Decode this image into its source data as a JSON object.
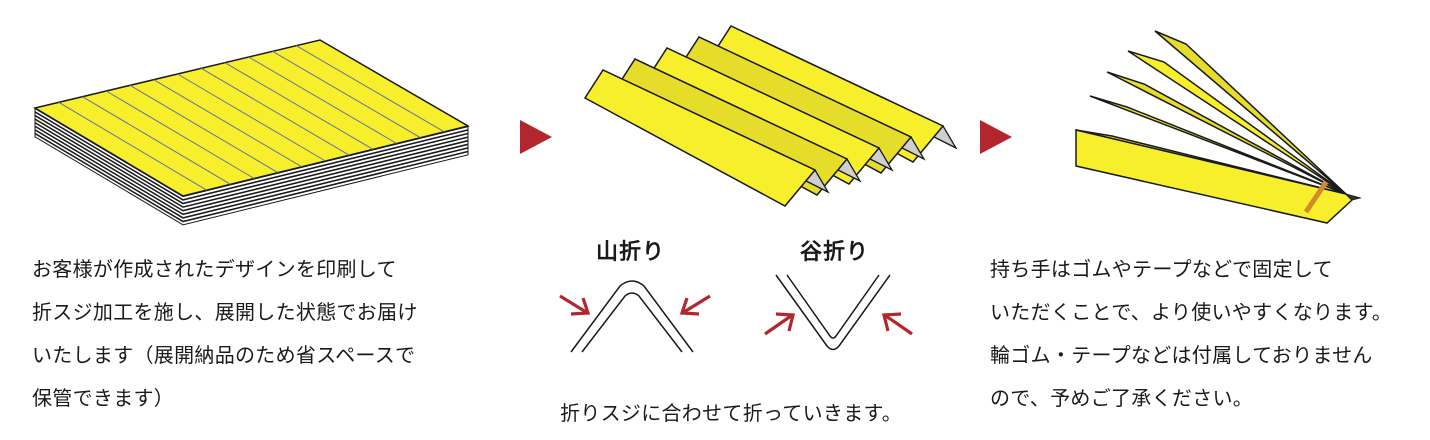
{
  "colors": {
    "sheet_yellow": "#f7ee2c",
    "sheet_yellow_shade": "#e6dc2a",
    "fold_shadow": "#cfcfcf",
    "outline": "#1a1a1a",
    "crease_line": "#6a6fa0",
    "arrow_red": "#b3262e",
    "band_orange": "#d28a2a"
  },
  "step1": {
    "caption_lines": [
      "お客様が作成されたデザインを印刷して",
      "折スジ加工を施し、展開した状態でお届け",
      "いたします（展開納品のため省スペースで",
      "保管できます）"
    ]
  },
  "step2": {
    "mountain_fold_label": "山折り",
    "valley_fold_label": "谷折り",
    "caption": "折りスジに合わせて折っていきます。"
  },
  "step3": {
    "caption_lines": [
      "持ち手はゴムやテープなどで固定して",
      "いただくことで、より使いやすくなります。",
      "輪ゴム・テープなどは付属しておりません",
      "ので、予めご了承ください。"
    ]
  }
}
